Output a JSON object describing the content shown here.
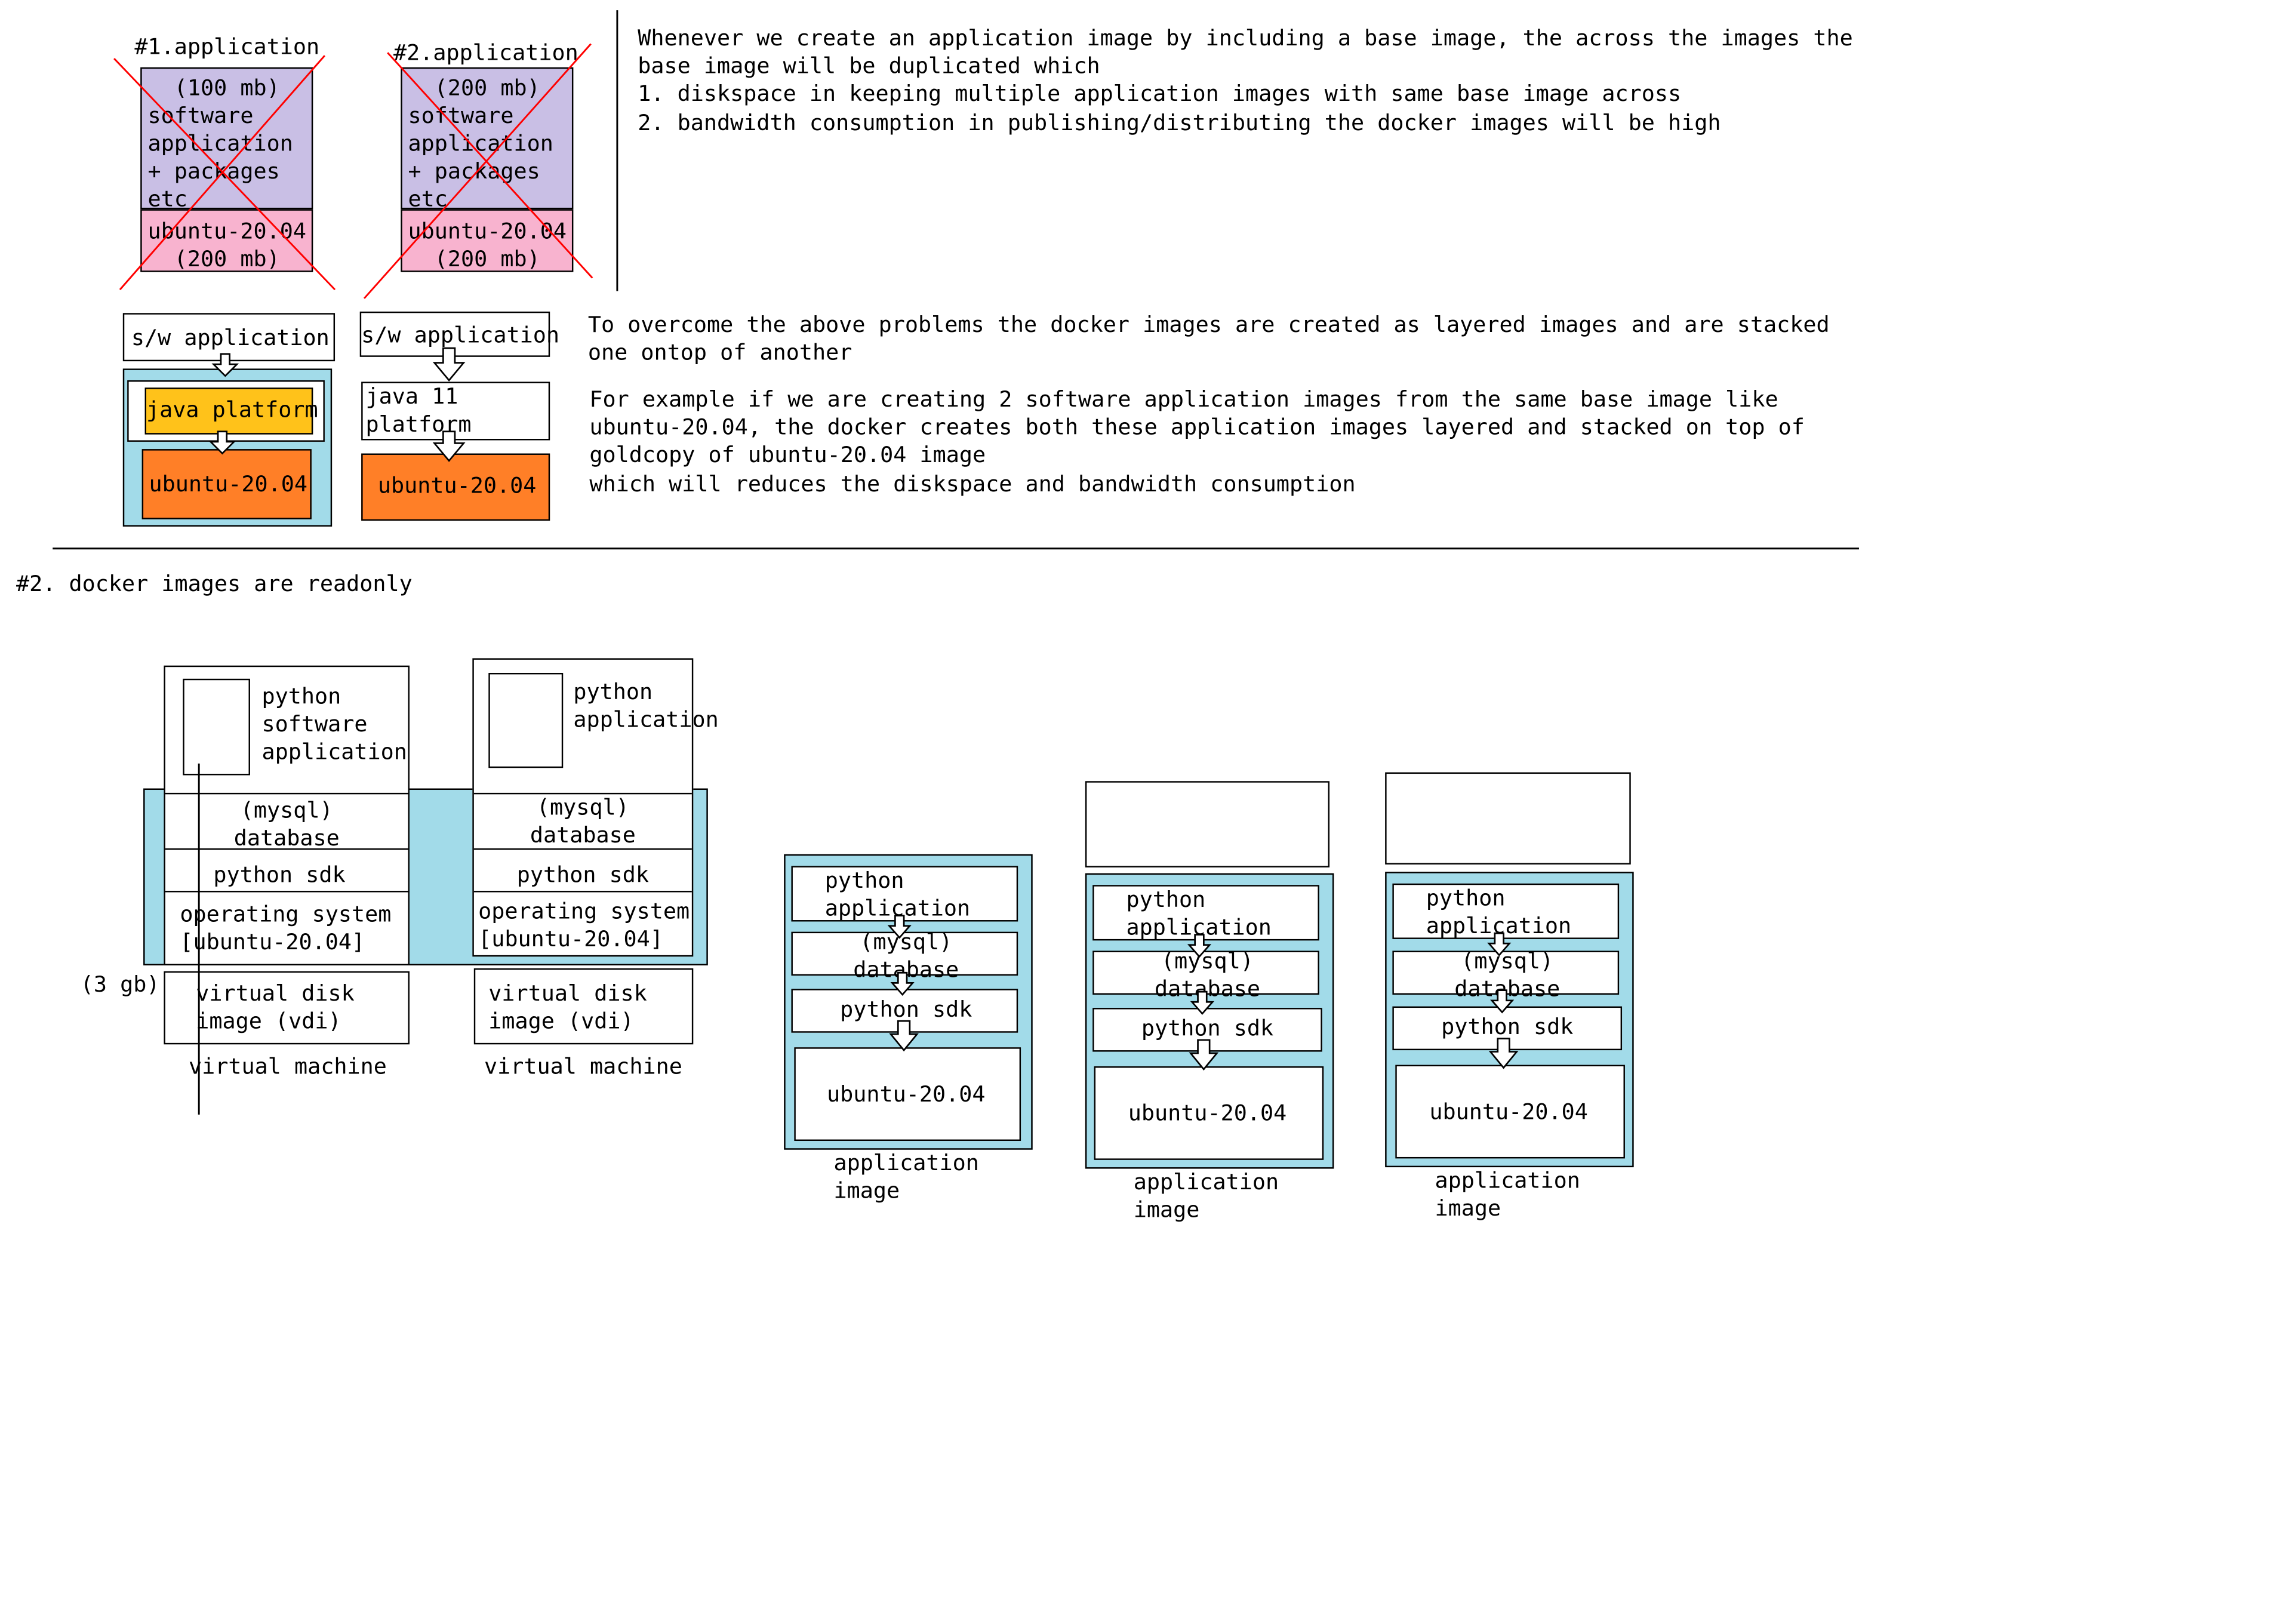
{
  "colors": {
    "lavender": "#c9bfe5",
    "pink": "#f8b3cf",
    "teal": "#a2dbe9",
    "yellow": "#ffc21a",
    "orange": "#ff7f27",
    "cross": "#ff0000"
  },
  "top_left": {
    "app1": {
      "title": "#1.application",
      "upper_lines": [
        "  (100 mb)",
        "software",
        "application",
        "+ packages",
        "etc"
      ],
      "lower_lines": [
        "ubuntu-20.04",
        "  (200 mb)"
      ]
    },
    "app2": {
      "title": "#2.application",
      "upper_lines": [
        "  (200 mb)",
        "software",
        "application",
        "+ packages",
        "etc"
      ],
      "lower_lines": [
        "ubuntu-20.04",
        "  (200 mb)"
      ]
    }
  },
  "duplication_text": [
    "Whenever we create an application image by including a base image, the across the images the",
    "base image will be duplicated which",
    "1. diskspace in keeping multiple application images with same base image across",
    "2. bandwidth consumption in publishing/distributing the docker images will be high"
  ],
  "layered": {
    "left": {
      "app": "s/w application",
      "java": "java platform",
      "os": "ubuntu-20.04"
    },
    "right": {
      "app": "s/w application",
      "java": "java 11\nplatform",
      "os": "ubuntu-20.04"
    }
  },
  "overcome_text": [
    "To overcome the above problems the docker images are created as layered images and are stacked",
    "one ontop of another"
  ],
  "example_text": [
    "For example if we are creating 2 software application images from the same base image like",
    "ubuntu-20.04, the docker creates both these application images layered and stacked on top of",
    "goldcopy of ubuntu-20.04 image",
    "which will reduces the diskspace and bandwidth consumption"
  ],
  "section2_heading": "#2. docker images are readonly",
  "vm1": {
    "app": "python\nsoftware\napplication",
    "db": "(mysql)\ndatabase",
    "sdk": "python sdk",
    "os": "operating system\n[ubuntu-20.04]",
    "size": "(3 gb)",
    "vdi": "virtual disk\nimage (vdi)",
    "caption": "virtual machine"
  },
  "vm2": {
    "app": "python\napplication",
    "db": "(mysql)\ndatabase",
    "sdk": "python sdk",
    "os": "operating system\n[ubuntu-20.04]",
    "vdi": "virtual disk\nimage (vdi)",
    "caption": "virtual machine"
  },
  "stacks": [
    {
      "app": "python\napplication",
      "db": "(mysql)\ndatabase",
      "sdk": "python sdk",
      "os": "ubuntu-20.04",
      "caption": "application\nimage"
    },
    {
      "app": "python\napplication",
      "db": "(mysql)\ndatabase",
      "sdk": "python sdk",
      "os": "ubuntu-20.04",
      "caption": "application\nimage"
    },
    {
      "app": "python\napplication",
      "db": "(mysql)\ndatabase",
      "sdk": "python sdk",
      "os": "ubuntu-20.04",
      "caption": "application\nimage"
    }
  ]
}
